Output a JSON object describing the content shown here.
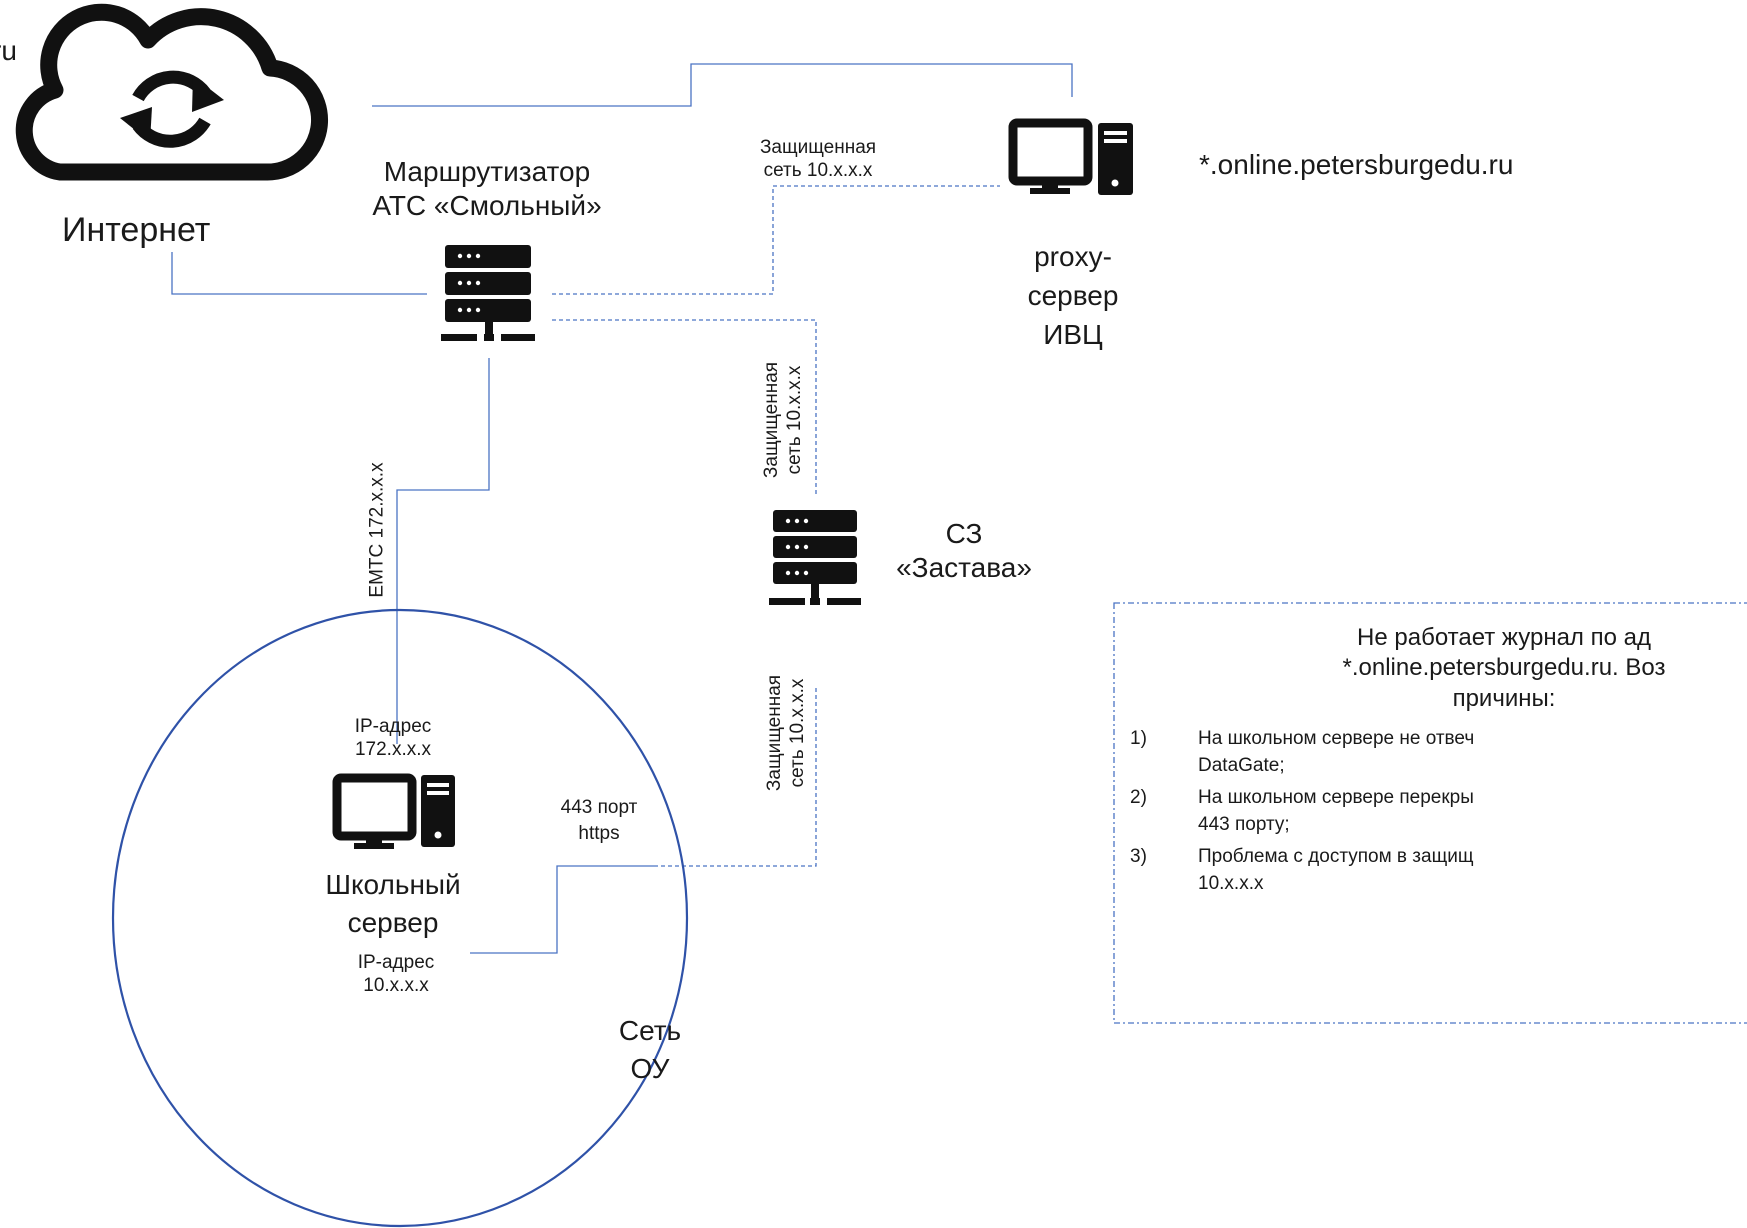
{
  "cloud": {
    "domain_fragment": "ru",
    "label": "Интернет"
  },
  "router": {
    "line1": "Маршрутизатор",
    "line2": "АТС «Смольный»"
  },
  "proxy": {
    "line1": "proxy-",
    "line2": "сервер",
    "line3": "ИВЦ",
    "domain": "*.online.petersburgedu.ru"
  },
  "link_router_proxy": {
    "line1": "Защищенная",
    "line2": "сеть 10.x.x.x"
  },
  "link_router_sz": {
    "line1": "Защищенная",
    "line2": "сеть 10.x.x.x"
  },
  "link_router_school": {
    "text": "ЕМТС 172.x.x.x"
  },
  "link_sz_school": {
    "line1": "Защищенная",
    "line2": "сеть 10.x.x.x"
  },
  "sz": {
    "line1": "СЗ",
    "line2": "«Застава»"
  },
  "school": {
    "ip_top_line1": "IP-адрес",
    "ip_top_line2": "172.x.x.x",
    "name_line1": "Школьный",
    "name_line2": "сервер",
    "ip_bottom_line1": "IP-адрес",
    "ip_bottom_line2": "10.x.x.x",
    "port_line1": "443 порт",
    "port_line2": "https",
    "network_line1": "Сеть",
    "network_line2": "ОУ"
  },
  "note": {
    "head_line1": "Не работает журнал по ад",
    "head_line2": "*.online.petersburgedu.ru. Воз",
    "head_line3": "причины:",
    "items": [
      {
        "num": "1)",
        "line1": "На школьном сервере не отвеч",
        "line2": "DataGate;"
      },
      {
        "num": "2)",
        "line1": "На школьном сервере перекры",
        "line2": "443 порту;"
      },
      {
        "num": "3)",
        "line1": "Проблема с доступом в защищ",
        "line2": "10.x.x.x"
      }
    ]
  },
  "colors": {
    "line": "#4a73c4",
    "icon": "#111111"
  },
  "icons": {
    "cloud": "cloud-sync-icon",
    "router": "server-rack-icon",
    "proxy": "computer-icon",
    "sz": "server-rack-icon",
    "school": "computer-icon"
  }
}
